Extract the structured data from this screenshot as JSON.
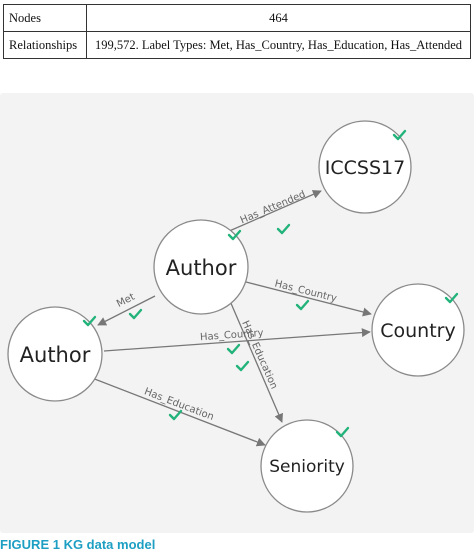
{
  "table": {
    "rows": [
      {
        "label": "Nodes",
        "value": "464"
      },
      {
        "label": "Relationships",
        "value": "199,572. Label Types: Met, Has_Country, Has_Education, Has_Attended"
      }
    ]
  },
  "graph": {
    "nodes": [
      {
        "id": "author1",
        "label": "Author"
      },
      {
        "id": "author2",
        "label": "Author"
      },
      {
        "id": "iccss",
        "label": "ICCSS17"
      },
      {
        "id": "country",
        "label": "Country"
      },
      {
        "id": "seniority",
        "label": "Seniority"
      }
    ],
    "edges": [
      {
        "label": "Has_Attended"
      },
      {
        "label": "Met"
      },
      {
        "label": "Has_Country"
      },
      {
        "label": "Has_Country"
      },
      {
        "label": "Has_Education"
      },
      {
        "label": "Has_Education"
      }
    ],
    "colors": {
      "background": "#f3f3f3",
      "node_fill": "#ffffff",
      "node_stroke": "#8a8a8a",
      "edge": "#777777",
      "check": "#22b37a"
    }
  },
  "caption": {
    "text": "FIGURE 1 KG data model"
  }
}
